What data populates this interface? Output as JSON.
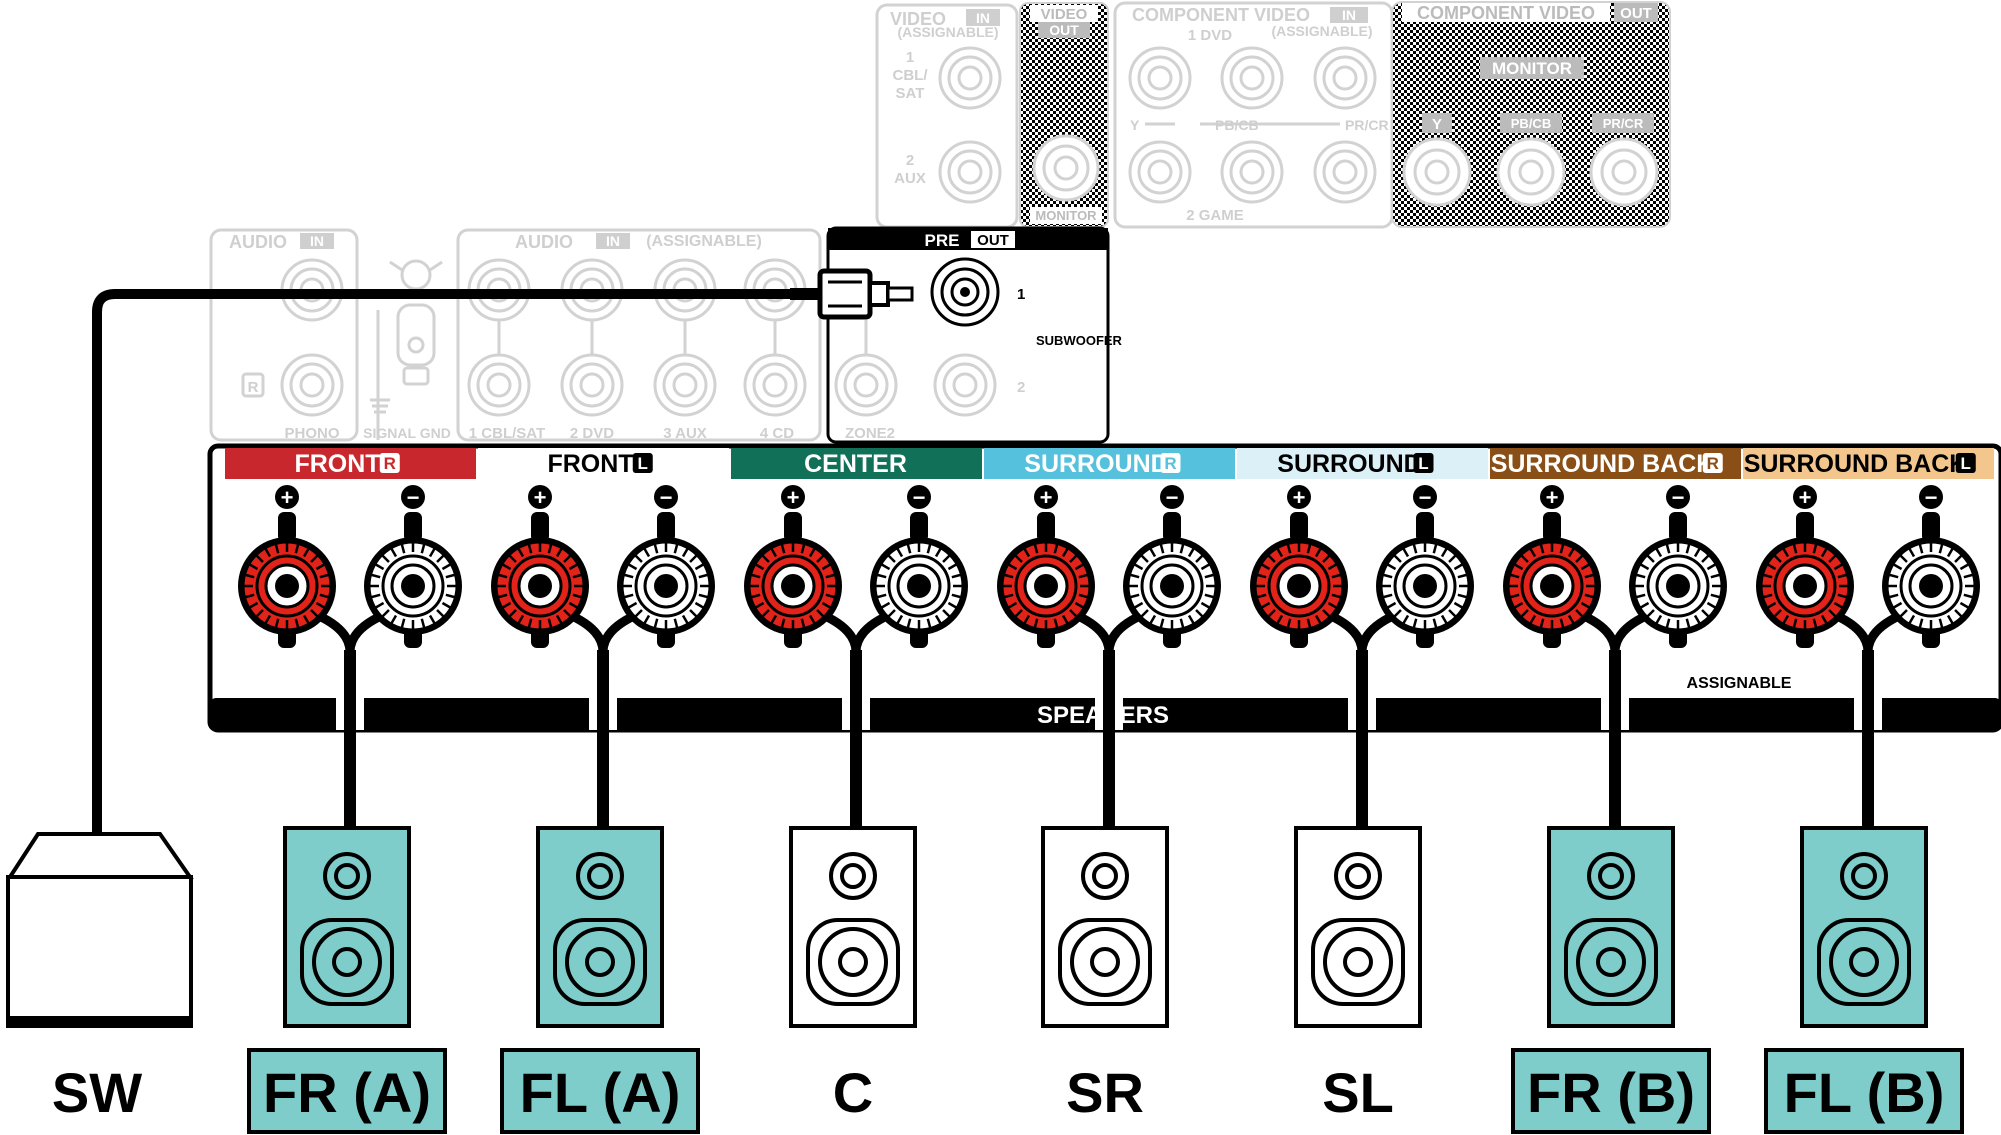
{
  "panel": {
    "video_in_label": "VIDEO",
    "video_in_tag": "IN",
    "video_in_sub": "(ASSIGNABLE)",
    "video_in_1_num": "1",
    "video_in_1_l1": "CBL/",
    "video_in_1_l2": "SAT",
    "video_in_2_num": "2",
    "video_in_2_l1": "AUX",
    "video_out_label": "VIDEO",
    "video_out_tag": "OUT",
    "video_out_monitor": "MONITOR",
    "comp_in_label": "COMPONENT VIDEO",
    "comp_in_tag": "IN",
    "comp_in_dvd": "1 DVD",
    "comp_in_sub": "(ASSIGNABLE)",
    "comp_in_y": "Y",
    "comp_in_pb": "PB/CB",
    "comp_in_pr": "PR/CR",
    "comp_in_game": "2 GAME",
    "comp_out_label": "COMPONENT VIDEO",
    "comp_out_tag": "OUT",
    "comp_out_monitor": "MONITOR",
    "comp_out_y": "Y",
    "comp_out_pb": "PB/CB",
    "comp_out_pr": "PR/CR",
    "audio_in_label": "AUDIO",
    "audio_in_tag": "IN",
    "audio_in_r": "R",
    "audio_in_phono": "PHONO",
    "signal_gnd": "SIGNAL GND",
    "audio_assign_label": "AUDIO",
    "audio_assign_tag": "IN",
    "audio_assign_sub": "(ASSIGNABLE)",
    "audio_assign_inputs": [
      "1 CBL/SAT",
      "2 DVD",
      "3 AUX",
      "4 CD"
    ],
    "zone2": "ZONE2",
    "pre_out_label": "PRE",
    "pre_out_tag": "OUT",
    "pre_out_1": "1",
    "pre_out_2": "2",
    "subwoofer": "SUBWOOFER",
    "speakers_label": "SPEAKERS",
    "assignable_label": "ASSIGNABLE"
  },
  "speaker_sections": [
    {
      "label": "FRONT",
      "side": "R",
      "bg": "#c8282d",
      "fg": "#ffffff",
      "badge_bg": "#ffffff",
      "badge_fg": "#c8282d"
    },
    {
      "label": "FRONT",
      "side": "L",
      "bg": "#ffffff",
      "fg": "#000000",
      "badge_bg": "#000000",
      "badge_fg": "#ffffff"
    },
    {
      "label": "CENTER",
      "side": "",
      "bg": "#107058",
      "fg": "#ffffff",
      "badge_bg": "",
      "badge_fg": ""
    },
    {
      "label": "SURROUND",
      "side": "R",
      "bg": "#56c1dc",
      "fg": "#ffffff",
      "badge_bg": "#ffffff",
      "badge_fg": "#56c1dc"
    },
    {
      "label": "SURROUND",
      "side": "L",
      "bg": "#dcf1f7",
      "fg": "#000000",
      "badge_bg": "#000000",
      "badge_fg": "#ffffff"
    },
    {
      "label": "SURROUND BACK",
      "side": "R",
      "bg": "#8a4f16",
      "fg": "#ffffff",
      "badge_bg": "#ffffff",
      "badge_fg": "#8a4f16"
    },
    {
      "label": "SURROUND BACK",
      "side": "L",
      "bg": "#f2c68c",
      "fg": "#000000",
      "badge_bg": "#000000",
      "badge_fg": "#ffffff"
    }
  ],
  "terminal_signs": {
    "plus": "+",
    "minus": "−"
  },
  "speakers": [
    {
      "label": "SW",
      "type": "subwoofer",
      "highlight": false
    },
    {
      "label": "FR (A)",
      "type": "bookshelf",
      "highlight": true
    },
    {
      "label": "FL (A)",
      "type": "bookshelf",
      "highlight": true
    },
    {
      "label": "C",
      "type": "bookshelf",
      "highlight": false
    },
    {
      "label": "SR",
      "type": "bookshelf",
      "highlight": false
    },
    {
      "label": "SL",
      "type": "bookshelf",
      "highlight": false
    },
    {
      "label": "FR (B)",
      "type": "bookshelf",
      "highlight": true
    },
    {
      "label": "FL (B)",
      "type": "bookshelf",
      "highlight": true
    }
  ],
  "colors": {
    "highlight": "#7fcdcb",
    "red_terminal": "#e2231a",
    "ghost": "#d2d2d2",
    "ink": "#000000"
  }
}
